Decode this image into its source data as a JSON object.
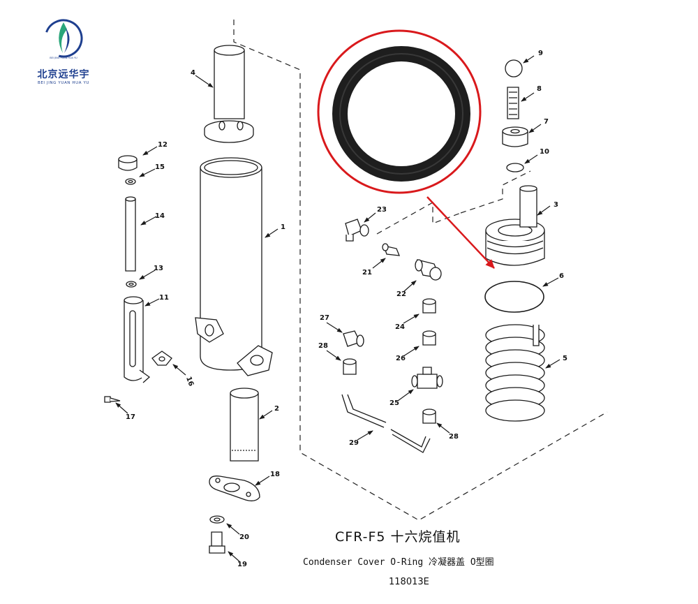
{
  "logo": {
    "name_cn": "北京远华宇",
    "name_en": "BEI JING YUAN HUA YU",
    "ring_text": "BEI JING YUAN HUA YU"
  },
  "title": "CFR-F5 十六烷值机",
  "subtitle": "Condenser Cover O-Ring 冷凝器盖 O型圈",
  "code": "118013E",
  "callouts": {
    "c1": "1",
    "c2": "2",
    "c3": "3",
    "c4": "4",
    "c5": "5",
    "c6": "6",
    "c7": "7",
    "c8": "8",
    "c9": "9",
    "c10": "10",
    "c11": "11",
    "c12": "12",
    "c13": "13",
    "c14": "14",
    "c15": "15",
    "c16": "16",
    "c17": "17",
    "c18": "18",
    "c19": "19",
    "c20": "20",
    "c21": "21",
    "c22": "22",
    "c23": "23",
    "c24": "24",
    "c25": "25",
    "c26": "26",
    "c27": "27",
    "c28a": "28",
    "c28b": "28",
    "c29": "29"
  },
  "colors": {
    "highlight": "#d9191c",
    "line": "#1a1a1a",
    "brand": "#1e3f8f",
    "brand_green": "#2aa67a"
  }
}
